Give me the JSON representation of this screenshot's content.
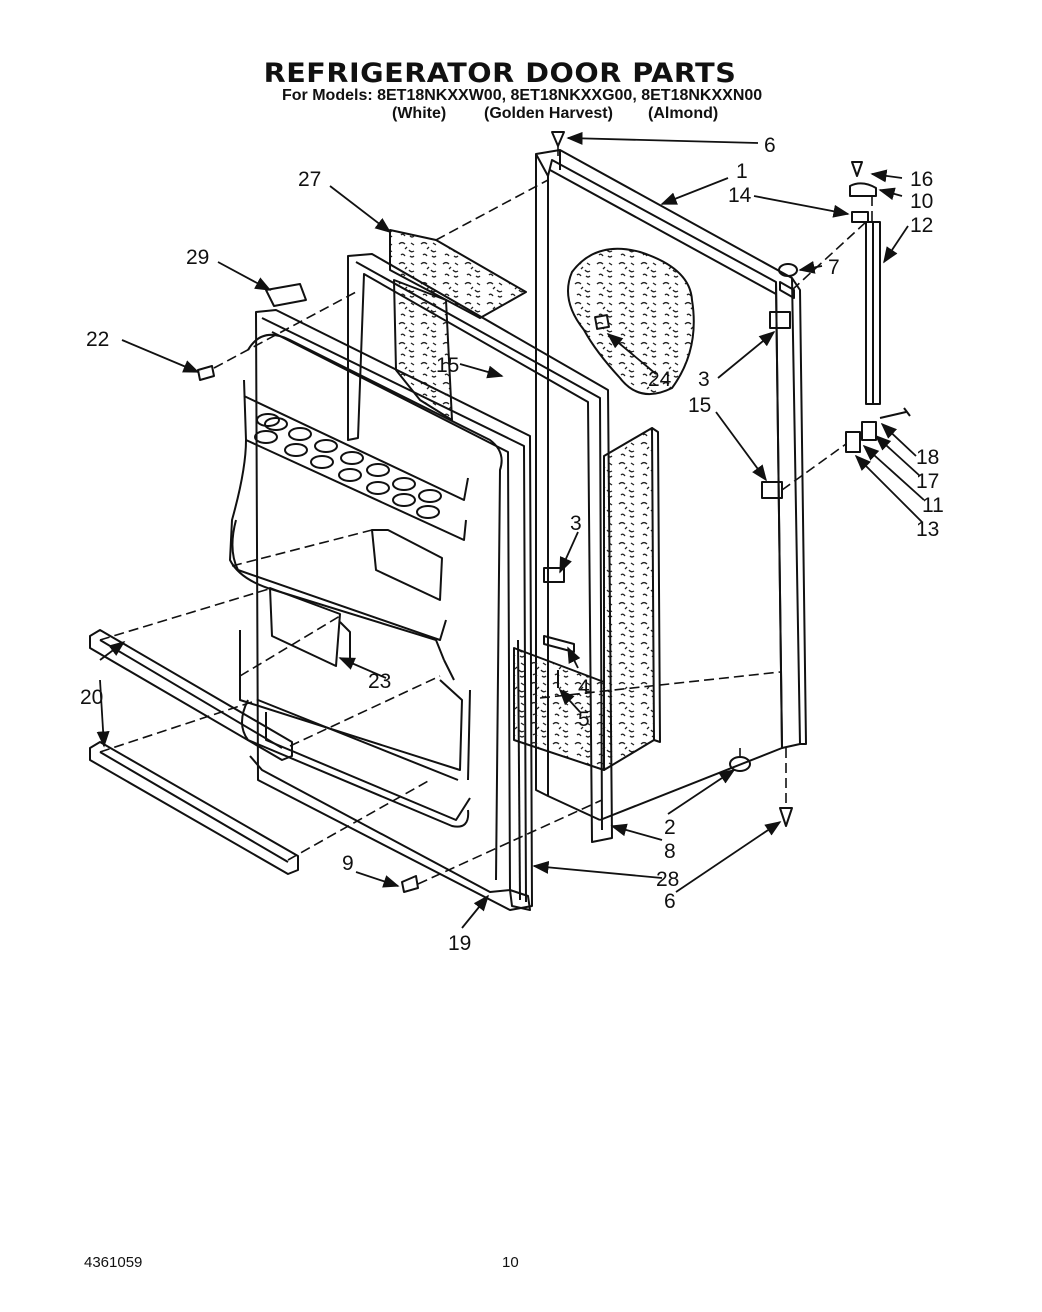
{
  "header": {
    "title": "REFRIGERATOR DOOR PARTS",
    "models": "For Models: 8ET18NKXXW00, 8ET18NKXXG00, 8ET18NKXXN00",
    "variants": [
      "(White)",
      "(Golden Harvest)",
      "(Almond)"
    ]
  },
  "callouts": {
    "p1": "1",
    "p2": "2",
    "p3a": "3",
    "p3b": "3",
    "p4": "4",
    "p5": "5",
    "p6a": "6",
    "p6b": "6",
    "p7": "7",
    "p8": "8",
    "p9": "9",
    "p10": "10",
    "p11": "11",
    "p12": "12",
    "p13": "13",
    "p14": "14",
    "p15a": "15",
    "p15b": "15",
    "p16": "16",
    "p17": "17",
    "p18": "18",
    "p19": "19",
    "p20": "20",
    "p22": "22",
    "p23": "23",
    "p24": "24",
    "p27": "27",
    "p28": "28",
    "p29": "29"
  },
  "footer": {
    "doc_number": "4361059",
    "page_number": "10"
  }
}
